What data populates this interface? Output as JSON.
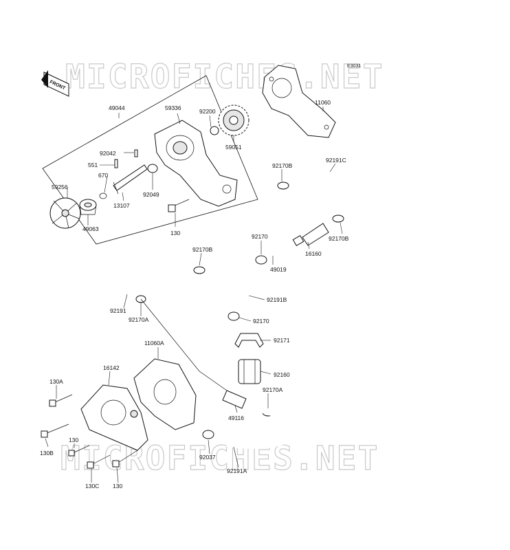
{
  "watermark": {
    "text": "MICROFICHES.NET"
  },
  "diagram_code": "E3031",
  "front_arrow_text": "FRONT",
  "part_labels": {
    "p49044": "49044",
    "p59336": "59336",
    "p92200": "92200",
    "p11060": "11060",
    "p92042": "92042",
    "p551": "551",
    "p670": "670",
    "p59256": "59256",
    "p13107": "13107",
    "p92049": "92049",
    "p49063": "49063",
    "p59051": "59051",
    "p130_top": "130",
    "p92170B_top": "92170B",
    "p92191C": "92191C",
    "p92170": "92170",
    "p92170B_right": "92170B",
    "p16160": "16160",
    "p49019": "49019",
    "p92170B_mid": "92170B",
    "p92191": "92191",
    "p92170A_left": "92170A",
    "p92191B": "92191B",
    "p92170_b": "92170",
    "p92171": "92171",
    "p11060A": "11060A",
    "p16142": "16142",
    "p92160": "92160",
    "p130A": "130A",
    "p92170A_right": "92170A",
    "p49116": "49116",
    "p130_left": "130",
    "p130B": "130B",
    "p92037": "92037",
    "p130C": "130C",
    "p130_bottom": "130",
    "p92191A": "92191A"
  },
  "colors": {
    "line": "#111111",
    "watermark": "#c9c9c9",
    "part_fill": "#e6e6e6"
  }
}
